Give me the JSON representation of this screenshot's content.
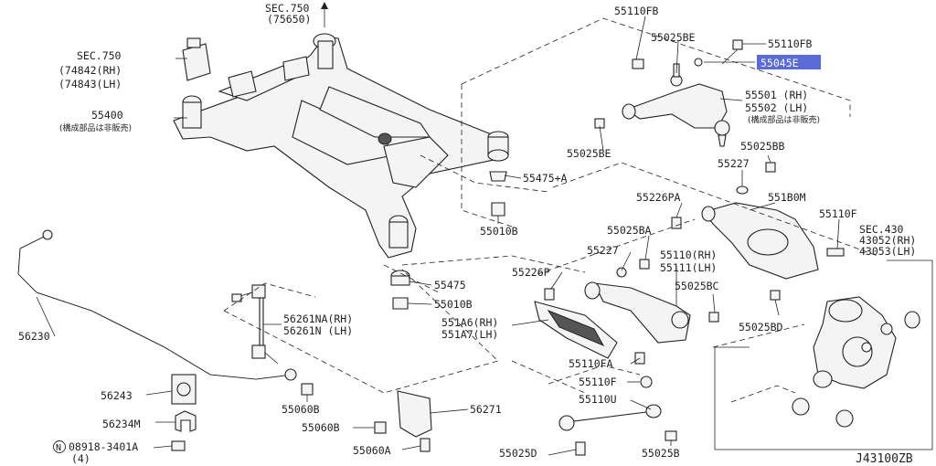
{
  "diagram_id": "J43100ZB",
  "callouts": {
    "sec750_top": "SEC.750",
    "sec750_top_sub": "(75650)",
    "sec750_left": "SEC.750",
    "sec750_left_rh": "(74842(RH)",
    "sec750_left_lh": "(74843(LH)",
    "p55400": "55400",
    "p55400_note": "(構成部品は非販売)",
    "p55110FB_a": "55110FB",
    "p55025BE_a": "55025BE",
    "p55110FB_b": "55110FB",
    "p55045E": "55045E",
    "p55501": "55501 (RH)",
    "p55502": "55502 (LH)",
    "p55501_note": "(構成部品は非販売)",
    "p55025BE_b": "55025BE",
    "p55025BB": "55025BB",
    "p55227_a": "55227",
    "p55475A": "55475+A",
    "p55010B_a": "55010B",
    "p55226PA": "55226PA",
    "p551B0M": "551B0M",
    "p55110F_a": "55110F",
    "sec430": "SEC.430",
    "p43052": "43052(RH)",
    "p43053": "43053(LH)",
    "p55025BA": "55025BA",
    "p55227_b": "55227",
    "p55110RH": "55110(RH)",
    "p55111LH": "55111(LH)",
    "p55475": "55475",
    "p55226P": "55226P",
    "p55025BC": "55025BC",
    "p55010B_b": "55010B",
    "p56261NA": "56261NA(RH)",
    "p56261N": "56261N (LH)",
    "p551A6": "551A6(RH)",
    "p551A7": "551A7(LH)",
    "p55025BD": "55025BD",
    "p56230": "56230",
    "p55110FA": "55110FA",
    "p55110F_b": "55110F",
    "p55110U": "55110U",
    "p56243": "56243",
    "p55060B_a": "55060B",
    "p56271": "56271",
    "p56234M": "56234M",
    "p55060B_b": "55060B",
    "p08918": "08918-3401A",
    "p08918_qty": "(4)",
    "circled_N": "N",
    "p55060A": "55060A",
    "p55025D": "55025D",
    "p55025B": "55025B"
  },
  "highlight_color": "#5b6bd6"
}
